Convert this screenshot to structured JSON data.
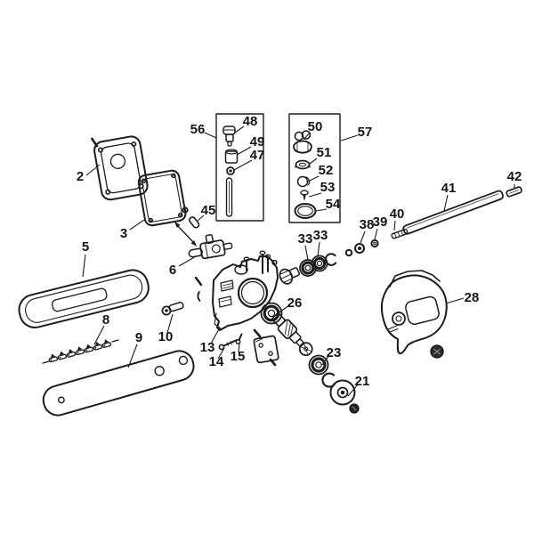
{
  "diagram": {
    "type": "exploded-parts-diagram",
    "colors": {
      "background": "#ffffff",
      "ink": "#1c1c1c"
    },
    "labels": [
      {
        "num": "2"
      },
      {
        "num": "3"
      },
      {
        "num": "5"
      },
      {
        "num": "6"
      },
      {
        "num": "8"
      },
      {
        "num": "9"
      },
      {
        "num": "10"
      },
      {
        "num": "13"
      },
      {
        "num": "14"
      },
      {
        "num": "15"
      },
      {
        "num": "21"
      },
      {
        "num": "23"
      },
      {
        "num": "26"
      },
      {
        "num": "28"
      },
      {
        "num": "33"
      },
      {
        "num": "33"
      },
      {
        "num": "38"
      },
      {
        "num": "39"
      },
      {
        "num": "40"
      },
      {
        "num": "41"
      },
      {
        "num": "42"
      },
      {
        "num": "45"
      },
      {
        "num": "47"
      },
      {
        "num": "48"
      },
      {
        "num": "49"
      },
      {
        "num": "50"
      },
      {
        "num": "51"
      },
      {
        "num": "52"
      },
      {
        "num": "53"
      },
      {
        "num": "54"
      },
      {
        "num": "56"
      },
      {
        "num": "57"
      }
    ]
  }
}
